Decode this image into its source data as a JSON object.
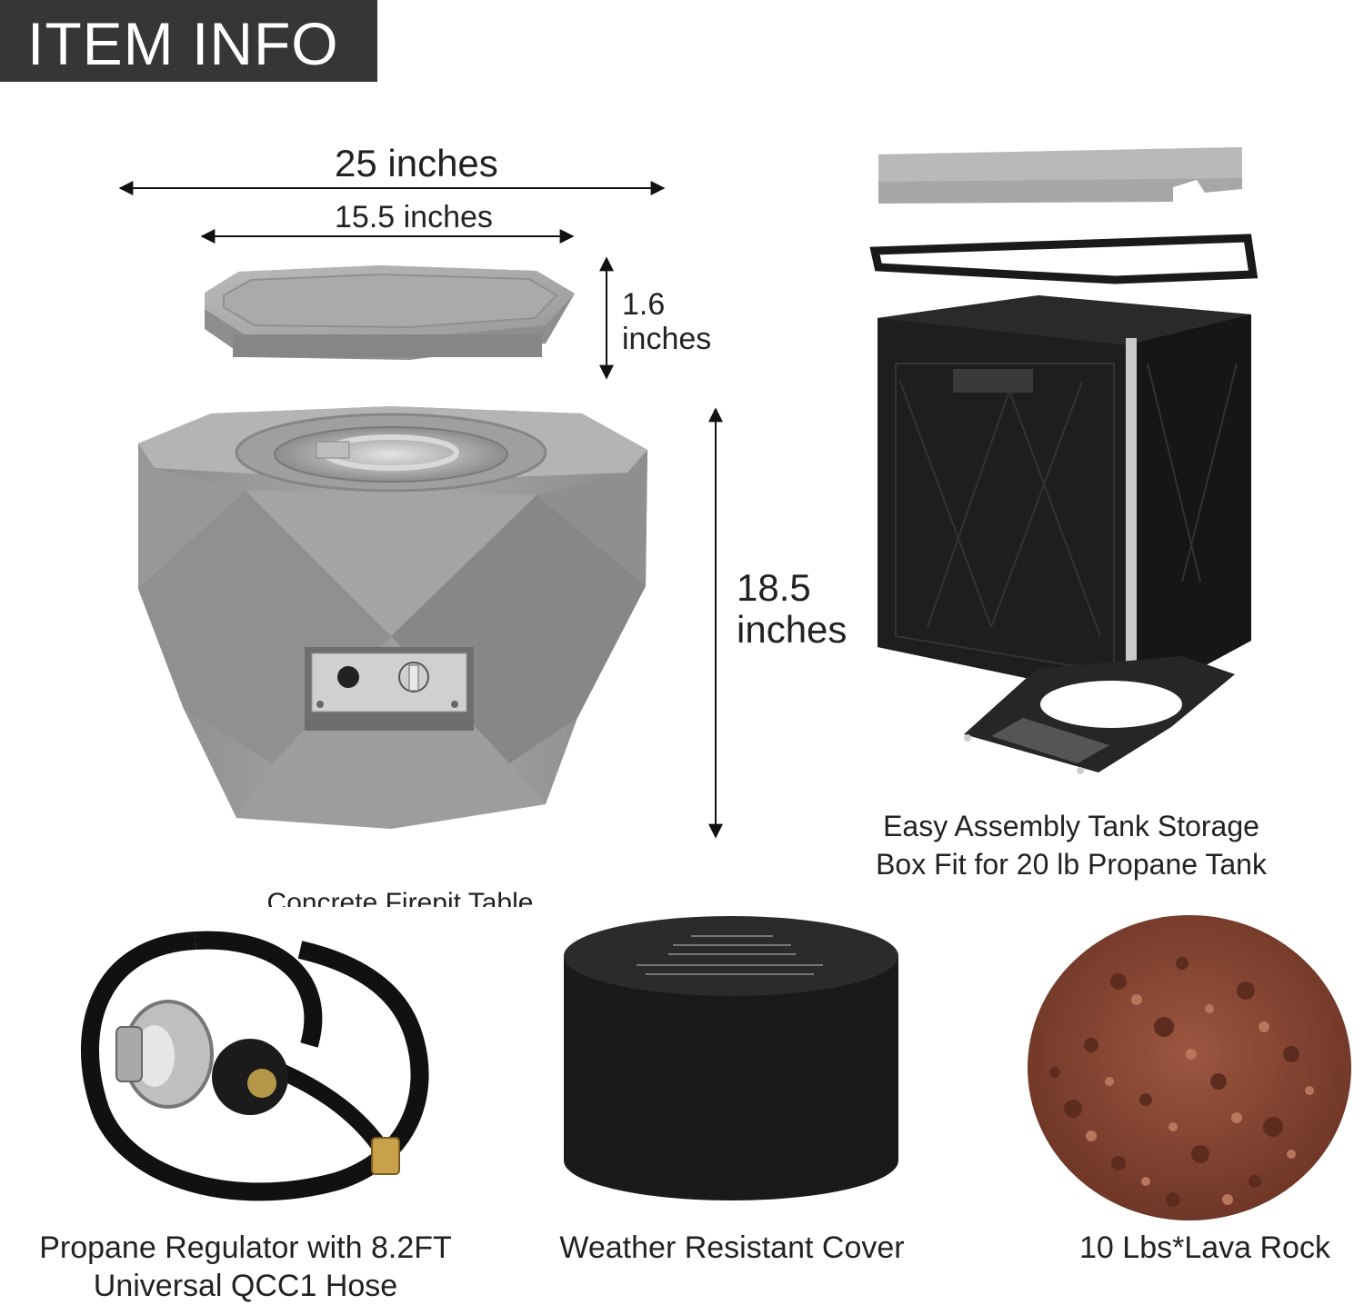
{
  "header": {
    "title": "ITEM INFO"
  },
  "dimensions": {
    "outer_width": "25 inches",
    "inner_width": "15.5 inches",
    "lid_height_line1": "1.6",
    "lid_height_line2": "inches",
    "body_height_line1": "18.5",
    "body_height_line2": "inches"
  },
  "captions": {
    "firepit": "Concrete Firepit Table",
    "tank_box_line1": "Easy Assembly Tank Storage",
    "tank_box_line2": "Box Fit for 20 lb Propane Tank",
    "regulator_line1": "Propane Regulator with 8.2FT",
    "regulator_line2": "Universal QCC1 Hose",
    "cover": "Weather Resistant Cover",
    "lava_rock": "10 Lbs*Lava Rock"
  },
  "colors": {
    "banner_bg": "#363636",
    "concrete": "#9a9b9a",
    "black_metal": "#1c1c1c",
    "lava": "#8a4a36"
  }
}
